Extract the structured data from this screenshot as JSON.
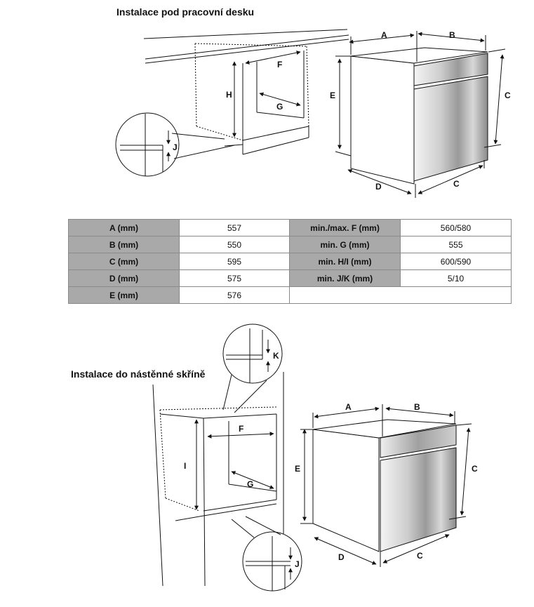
{
  "titles": {
    "top": "Instalace pod pracovní desku",
    "bottom": "Instalace do nástěnné skříně"
  },
  "labels": {
    "A": "A",
    "B": "B",
    "C": "C",
    "D": "D",
    "E": "E",
    "F": "F",
    "G": "G",
    "H": "H",
    "I": "I",
    "J": "J",
    "K": "K"
  },
  "table": {
    "rows": [
      {
        "l1": "A (mm)",
        "v1": "557",
        "l2": "min./max. F (mm)",
        "v2": "560/580"
      },
      {
        "l1": "B (mm)",
        "v1": "550",
        "l2": "min. G (mm)",
        "v2": "555"
      },
      {
        "l1": "C (mm)",
        "v1": "595",
        "l2": "min. H/I (mm)",
        "v2": "600/590"
      },
      {
        "l1": "D (mm)",
        "v1": "575",
        "l2": "min. J/K (mm)",
        "v2": "5/10"
      },
      {
        "l1": "E (mm)",
        "v1": "576"
      }
    ]
  }
}
